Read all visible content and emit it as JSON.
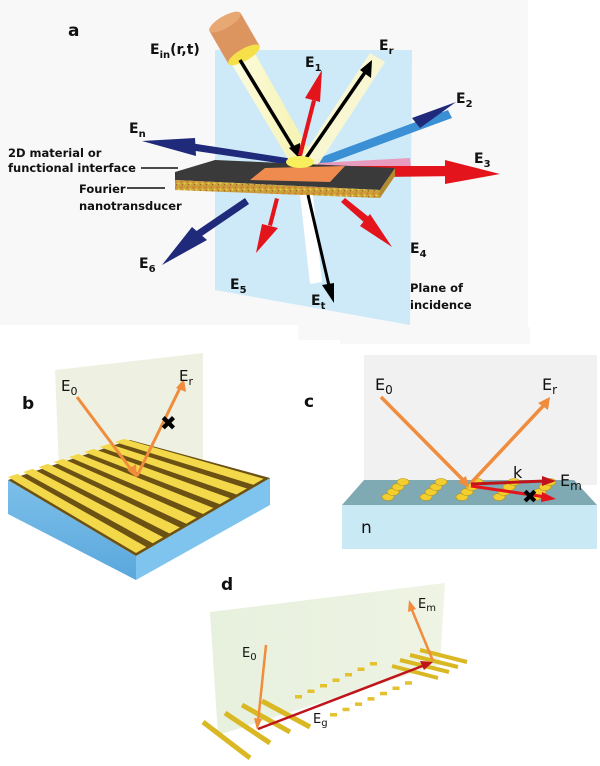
{
  "figure": {
    "panels": {
      "a": {
        "label": "a",
        "incident": {
          "main": "E",
          "sub": "in",
          "tail": "(r,t)"
        },
        "reflected": {
          "main": "E",
          "sub": "r"
        },
        "transmitted": {
          "main": "E",
          "sub": "t"
        },
        "diffracted": [
          {
            "main": "E",
            "sub": "1"
          },
          {
            "main": "E",
            "sub": "2"
          },
          {
            "main": "E",
            "sub": "3"
          },
          {
            "main": "E",
            "sub": "4"
          },
          {
            "main": "E",
            "sub": "5"
          },
          {
            "main": "E",
            "sub": "6"
          },
          {
            "main": "E",
            "sub": "n"
          }
        ],
        "callouts": {
          "interface_line1": "2D material or",
          "interface_line2": "functional interface",
          "transducer_line1": "Fourier",
          "transducer_line2": "nanotransducer",
          "plane_line1": "Plane of",
          "plane_line2": "incidence"
        }
      },
      "b": {
        "label": "b",
        "incident": {
          "main": "E",
          "sub": "0"
        },
        "reflected": {
          "main": "E",
          "sub": "r"
        },
        "blocked_marker": "✖"
      },
      "c": {
        "label": "c",
        "incident": {
          "main": "E",
          "sub": "0"
        },
        "reflected": {
          "main": "E",
          "sub": "r"
        },
        "wavevector": "k",
        "mode": {
          "main": "E",
          "sub": "m"
        },
        "substrate_index": "n",
        "blocked_marker": "✖"
      },
      "d": {
        "label": "d",
        "incident": {
          "main": "E",
          "sub": "0"
        },
        "guided": {
          "main": "E",
          "sub": "g"
        },
        "mode": {
          "main": "E",
          "sub": "m"
        }
      }
    },
    "colors": {
      "red_arrow": "#e3141b",
      "navy_arrow": "#1f2a7a",
      "blue_arrow": "#3b8fd4",
      "orange_arrow": "#f08c3c",
      "dark_red_arrow": "#c0141b",
      "plane_blue": "#bfe3f4",
      "gold": "#f3d84a",
      "substrate_blue": "#6fb6e6"
    }
  }
}
